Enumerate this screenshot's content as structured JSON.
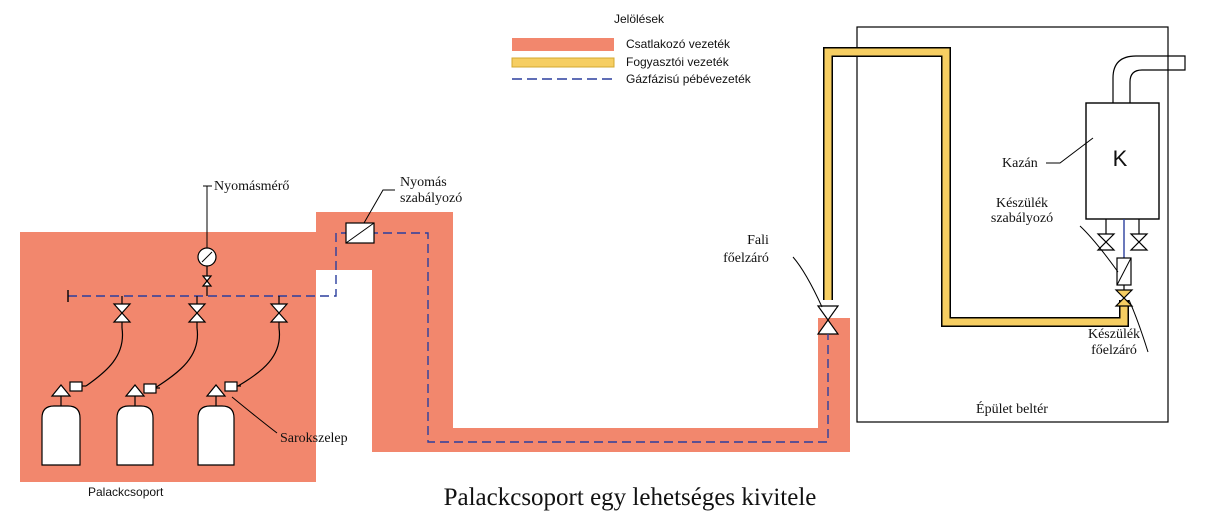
{
  "legend": {
    "title": "Jelölések",
    "items": [
      {
        "label": "Csatlakozó vezeték",
        "color": "#f2876d"
      },
      {
        "label": "Fogyasztói vezeték",
        "color": "#f6ce62"
      },
      {
        "label": "Gázfázisú pébévezeték",
        "color": "#2b3f9e"
      }
    ]
  },
  "labels": {
    "nyomasmero": "Nyomásmérő",
    "nyomas_szabalyozo_1": "Nyomás",
    "nyomas_szabalyozo_2": "szabályozó",
    "fali_1": "Fali",
    "fali_2": "főelzáró",
    "kazan": "Kazán",
    "kazan_letter": "K",
    "keszulek_szab_1": "Készülék",
    "keszulek_szab_2": "szabályozó",
    "keszulek_fo_1": "Készülék",
    "keszulek_fo_2": "főelzáró",
    "epulet": "Épület beltér",
    "sarokszelep": "Sarokszelep",
    "palackcsoport": "Palackcsoport",
    "caption": "Palackcsoport egy lehetséges kivitele"
  },
  "colors": {
    "connector_fill": "#f2876d",
    "consumer_pipe": "#f6ce62",
    "gas_line": "#2b3f9e",
    "outline": "#000000"
  }
}
